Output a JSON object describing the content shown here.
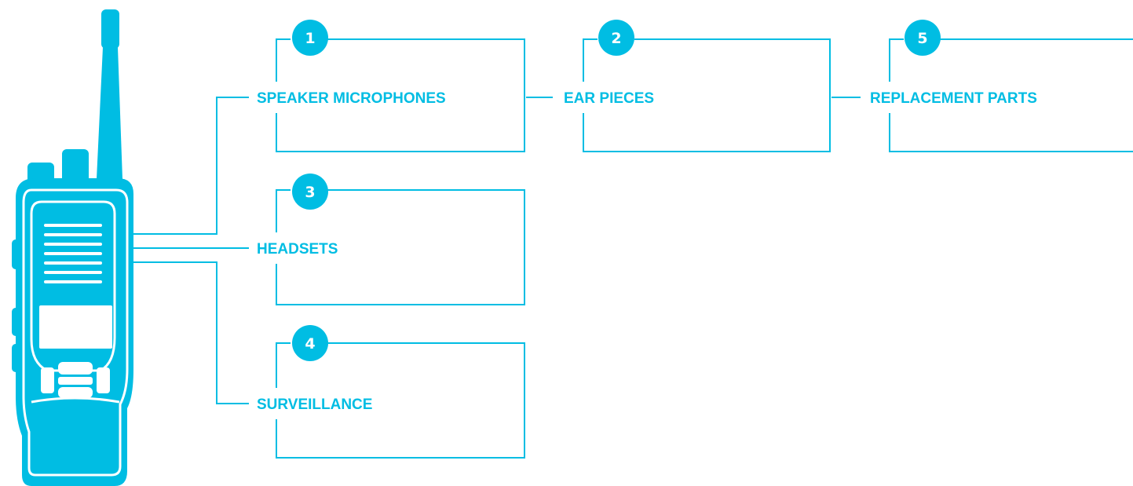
{
  "colors": {
    "accent": "#00bde3",
    "background": "#ffffff"
  },
  "device": {
    "icon": "two-way-radio-icon"
  },
  "categories": [
    {
      "number": "1",
      "label": "SPEAKER MICROPHONES"
    },
    {
      "number": "2",
      "label": "EAR PIECES"
    },
    {
      "number": "5",
      "label": "REPLACEMENT PARTS"
    },
    {
      "number": "3",
      "label": "HEADSETS"
    },
    {
      "number": "4",
      "label": "SURVEILLANCE"
    }
  ]
}
